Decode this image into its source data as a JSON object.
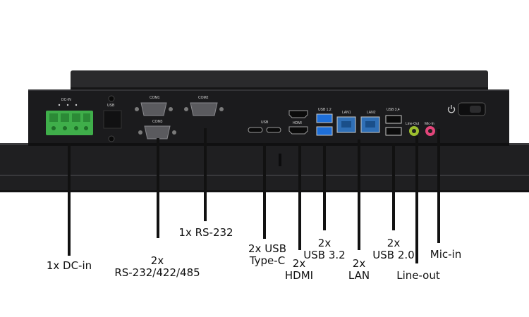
{
  "silkscreen": {
    "dc_in": "DC-IN",
    "usb": "USB",
    "com1": "COM1",
    "com2": "COM2",
    "com3": "COM3",
    "usb_c": "USB",
    "hdmi": "HDMI",
    "usb12": "USB 1,2",
    "lan1": "LAN1",
    "lan2": "LAN2",
    "usb34": "USB 3,4",
    "line_out": "Line-Out",
    "mic_in": "Mic-In"
  },
  "callouts": {
    "dc_in": [
      "1x DC-in"
    ],
    "rs232_422_485": [
      "2x",
      "RS-232/422/485"
    ],
    "rs232": [
      "1x RS-232"
    ],
    "usb_type_c": [
      "2x USB",
      "Type-C"
    ],
    "hdmi": [
      "2x",
      "HDMI"
    ],
    "usb32": [
      "2x",
      "USB 3.2"
    ],
    "lan": [
      "2x",
      "LAN"
    ],
    "usb20": [
      "2x",
      "USB 2.0"
    ],
    "line_out": [
      "Line-out"
    ],
    "mic_in": [
      "Mic-in"
    ]
  },
  "colors": {
    "chassis": "#1b1b1d",
    "terminal_block": "#3fae4a",
    "usb3": "#1e6fd9",
    "rj45": "#2f6fb6",
    "line_out_jack": "#9bbd2e",
    "mic_in_jack": "#e2457a"
  }
}
